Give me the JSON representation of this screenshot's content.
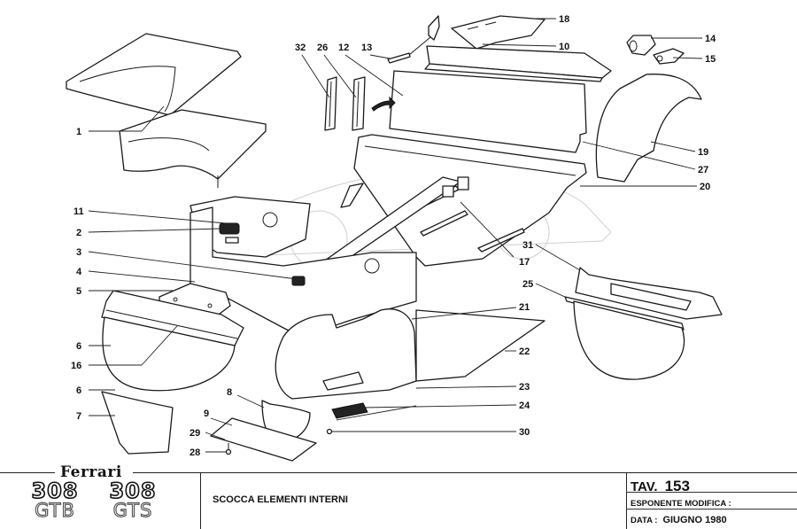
{
  "drawing": {
    "subject": "exploded view of interior body panels",
    "callouts": [
      {
        "n": "1"
      },
      {
        "n": "2"
      },
      {
        "n": "3"
      },
      {
        "n": "4"
      },
      {
        "n": "5"
      },
      {
        "n": "6"
      },
      {
        "n": "6"
      },
      {
        "n": "7"
      },
      {
        "n": "8"
      },
      {
        "n": "9"
      },
      {
        "n": "10"
      },
      {
        "n": "11"
      },
      {
        "n": "12"
      },
      {
        "n": "13"
      },
      {
        "n": "14"
      },
      {
        "n": "15"
      },
      {
        "n": "16"
      },
      {
        "n": "17"
      },
      {
        "n": "18"
      },
      {
        "n": "19"
      },
      {
        "n": "20"
      },
      {
        "n": "21"
      },
      {
        "n": "22"
      },
      {
        "n": "23"
      },
      {
        "n": "24"
      },
      {
        "n": "25"
      },
      {
        "n": "26"
      },
      {
        "n": "27"
      },
      {
        "n": "28"
      },
      {
        "n": "29"
      },
      {
        "n": "30"
      },
      {
        "n": "31"
      },
      {
        "n": "32"
      }
    ]
  },
  "titleblock": {
    "brand": "Ferrari",
    "models": [
      {
        "number": "308",
        "version": "GTB"
      },
      {
        "number": "308",
        "version": "GTS"
      }
    ],
    "sheet_title": "SCOCCA ELEMENTI INTERNI",
    "tav_label": "TAV.",
    "tav_number": "153",
    "esponente_label": "ESPONENTE MODIFICA :",
    "esponente_value": "",
    "data_label": "DATA :",
    "data_value": "GIUGNO  1980"
  }
}
